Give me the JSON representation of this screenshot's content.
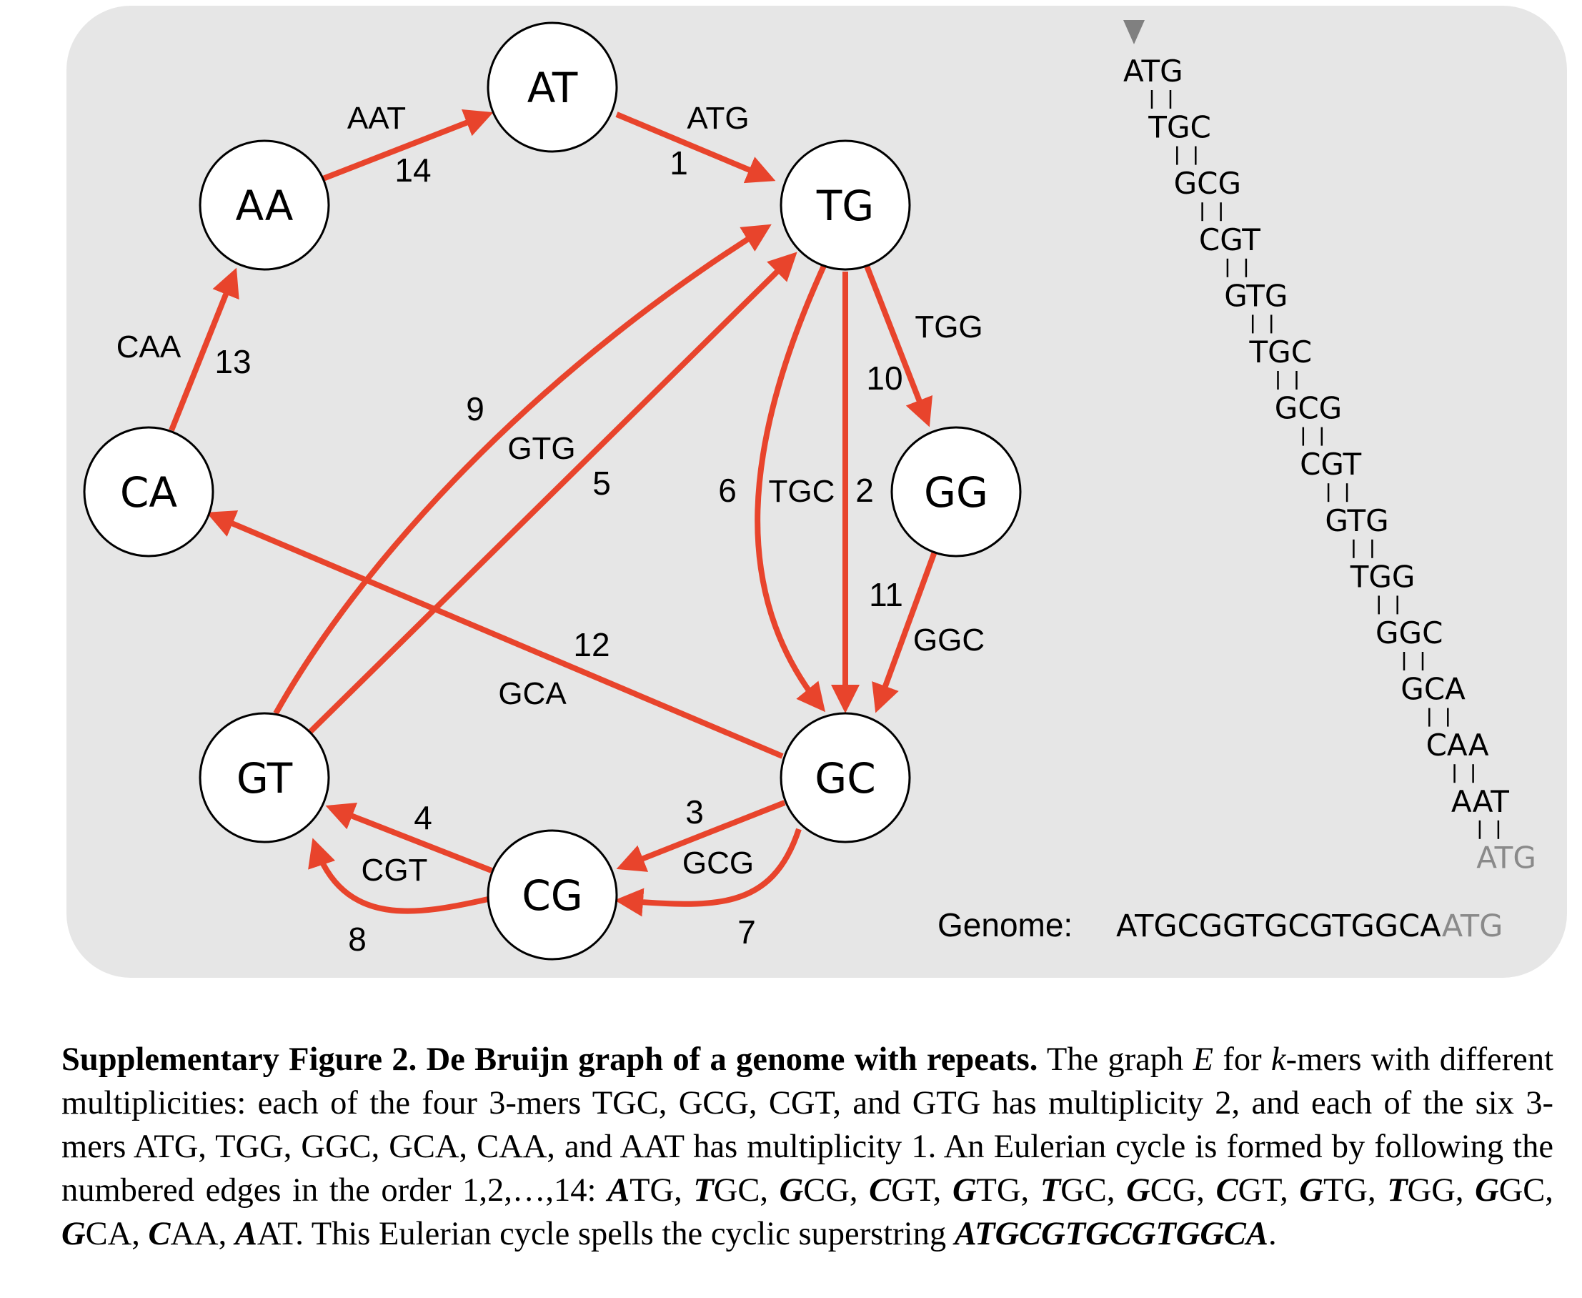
{
  "graph": {
    "nodes": [
      {
        "id": "AT",
        "label": "AT"
      },
      {
        "id": "AA",
        "label": "AA"
      },
      {
        "id": "TG",
        "label": "TG"
      },
      {
        "id": "CA",
        "label": "CA"
      },
      {
        "id": "GG",
        "label": "GG"
      },
      {
        "id": "GT",
        "label": "GT"
      },
      {
        "id": "GC",
        "label": "GC"
      },
      {
        "id": "CG",
        "label": "CG"
      }
    ],
    "edges": [
      {
        "id": "e1",
        "from": "AT",
        "to": "TG",
        "number": "1",
        "kmer": "ATG"
      },
      {
        "id": "e2",
        "from": "TG",
        "to": "GC",
        "number": "2",
        "kmer": ""
      },
      {
        "id": "e3",
        "from": "GC",
        "to": "CG",
        "number": "3",
        "kmer": "GCG"
      },
      {
        "id": "e4",
        "from": "CG",
        "to": "GT",
        "number": "4",
        "kmer": "CGT"
      },
      {
        "id": "e5",
        "from": "GT",
        "to": "TG",
        "number": "5",
        "kmer": ""
      },
      {
        "id": "e6",
        "from": "TG",
        "to": "GC",
        "number": "6",
        "kmer": "TGC"
      },
      {
        "id": "e7",
        "from": "GC",
        "to": "CG",
        "number": "7",
        "kmer": ""
      },
      {
        "id": "e8",
        "from": "CG",
        "to": "GT",
        "number": "8",
        "kmer": ""
      },
      {
        "id": "e9",
        "from": "GT",
        "to": "TG",
        "number": "9",
        "kmer": "GTG"
      },
      {
        "id": "e10",
        "from": "TG",
        "to": "GG",
        "number": "10",
        "kmer": "TGG"
      },
      {
        "id": "e11",
        "from": "GG",
        "to": "GC",
        "number": "11",
        "kmer": "GGC"
      },
      {
        "id": "e12",
        "from": "GC",
        "to": "CA",
        "number": "12",
        "kmer": "GCA"
      },
      {
        "id": "e13",
        "from": "CA",
        "to": "AA",
        "number": "13",
        "kmer": "CAA"
      },
      {
        "id": "e14",
        "from": "AA",
        "to": "AT",
        "number": "14",
        "kmer": "AAT"
      }
    ],
    "colors": {
      "edge": "#e8442c",
      "panel": "#e6e6e6",
      "node_fill": "#ffffff",
      "node_stroke": "#000000",
      "tail": "#8a8a8a"
    }
  },
  "kmer_path": [
    "ATG",
    "TGC",
    "GCG",
    "CGT",
    "GTG",
    "TGC",
    "GCG",
    "CGT",
    "GTG",
    "TGG",
    "GGC",
    "GCA",
    "CAA",
    "AAT",
    "ATG"
  ],
  "genome": {
    "label": "Genome:",
    "sequence": "ATGCGGTGCGTGGCA",
    "tail": "ATG"
  },
  "caption": {
    "title": "Supplementary Figure 2. De Bruijn graph of a genome with repeats.",
    "s1": " The graph ",
    "E": "E",
    "s2": " for ",
    "k": "k",
    "s3": "-mers with different multiplicities: each of the four 3-mers TGC, GCG, CGT, and GTG has multiplicity 2, and each of the six 3-mers ATG, TGG, GGC, GCA, CAA, and AAT has multiplicity 1.  An Eulerian cycle is formed by following the numbered edges in the order 1,2,…,14: ",
    "cycle": [
      {
        "head": "A",
        "rest": "TG"
      },
      {
        "head": "T",
        "rest": "GC"
      },
      {
        "head": "G",
        "rest": "CG"
      },
      {
        "head": "C",
        "rest": "GT"
      },
      {
        "head": "G",
        "rest": "TG"
      },
      {
        "head": "T",
        "rest": "GC"
      },
      {
        "head": "G",
        "rest": "CG"
      },
      {
        "head": "C",
        "rest": "GT"
      },
      {
        "head": "G",
        "rest": "TG"
      },
      {
        "head": "T",
        "rest": "GG"
      },
      {
        "head": "G",
        "rest": "GC"
      },
      {
        "head": "G",
        "rest": "CA"
      },
      {
        "head": "C",
        "rest": "AA"
      },
      {
        "head": "A",
        "rest": "AT"
      }
    ],
    "s4": " This Eulerian cycle spells the cyclic superstring ",
    "superstring": "ATGCGTGCGTGGCA",
    "s5": "."
  }
}
